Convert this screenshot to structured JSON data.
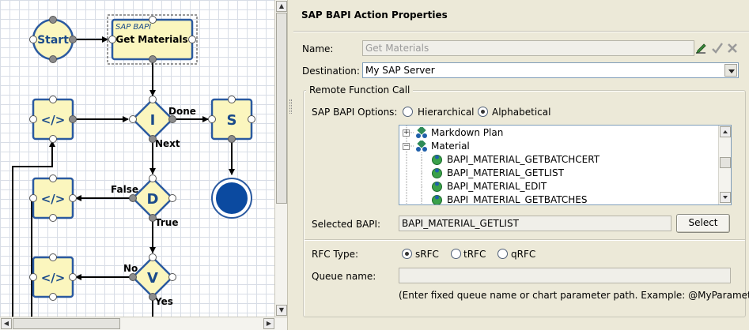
{
  "flow": {
    "nodes": {
      "start": "Start",
      "sap_bapi_type": "SAP BAPI",
      "get_materials": "Get Materials",
      "script1": "</>",
      "script2": "</>",
      "script3": "</>",
      "i": "I",
      "d": "D",
      "v": "V",
      "s": "S"
    },
    "edges": {
      "done": "Done",
      "next": "Next",
      "false": "False",
      "true": "True",
      "no": "No",
      "yes": "Yes"
    }
  },
  "panel": {
    "title": "SAP BAPI Action Properties",
    "name_label": "Name:",
    "name_value": "Get Materials",
    "destination_label": "Destination:",
    "destination_value": "My SAP Server",
    "group_title": "Remote Function Call",
    "options_label": "SAP BAPI Options:",
    "option_hierarchical": "Hierarchical",
    "option_alphabetical": "Alphabetical",
    "options_selected": "Alphabetical",
    "tree": [
      {
        "label": "Markdown Plan",
        "level": 0,
        "expander": "+",
        "icon": "group-icon"
      },
      {
        "label": "Material",
        "level": 0,
        "expander": "−",
        "icon": "group-icon"
      },
      {
        "label": "BAPI_MATERIAL_GETBATCHCERT",
        "level": 1,
        "expander": "",
        "icon": "bapi-icon"
      },
      {
        "label": "BAPI_MATERIAL_GETLIST",
        "level": 1,
        "expander": "",
        "icon": "bapi-icon"
      },
      {
        "label": "BAPI_MATERIAL_EDIT",
        "level": 1,
        "expander": "",
        "icon": "bapi-icon"
      },
      {
        "label": "BAPI_MATERIAL_GETBATCHES",
        "level": 1,
        "expander": "",
        "icon": "bapi-icon"
      }
    ],
    "selected_bapi_label": "Selected BAPI:",
    "selected_bapi_value": "BAPI_MATERIAL_GETLIST",
    "select_button": "Select",
    "rfc_type_label": "RFC Type:",
    "rfc_srfc": "sRFC",
    "rfc_trfc": "tRFC",
    "rfc_qrfc": "qRFC",
    "rfc_selected": "sRFC",
    "queue_name_label": "Queue name:",
    "queue_name_value": "",
    "hint": "(Enter fixed queue name or chart parameter path. Example: @MyParameter.)"
  },
  "colors": {
    "node_fill": "#fbf6be",
    "node_stroke": "#2b5aa0",
    "node_text": "#1a4a8a",
    "end_node": "#0b4aa0",
    "port_gray": "#8c8c8c"
  }
}
